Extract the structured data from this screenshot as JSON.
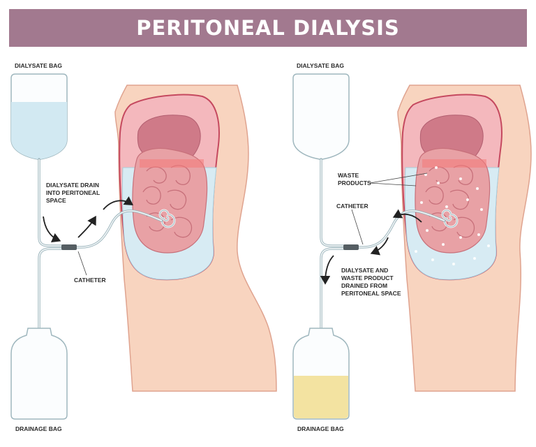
{
  "title": "PERITONEAL DIALYSIS",
  "left_panel": {
    "top_bag_label": "DIALYSATE BAG",
    "flow_label": "DIALYSATE DRAIN\nINTO PERITONEAL\nSPACE",
    "catheter_label": "CATHETER",
    "bottom_bag_label": "DRAINAGE BAG"
  },
  "right_panel": {
    "top_bag_label": "DIALYSATE BAG",
    "waste_label": "WASTE\nPRODUCTS",
    "catheter_label": "CATHETER",
    "drain_label": "DIALYSATE AND\nWASTE PRODUCT\nDRAINED FROM\nPERITONEAL SPACE",
    "bottom_bag_label": "DRAINAGE BAG"
  },
  "colors": {
    "banner": "#a2798f",
    "skin": "#f8d4bf",
    "skin_outline": "#dfa38f",
    "abdominal_cavity": "#f4b8bd",
    "cavity_outline": "#c5495f",
    "dialysate_fluid": "#d7ebf3",
    "intestines": "#e8a1a5",
    "liver": "#cf7a88",
    "drainage_fluid": "#f3e3a1",
    "tube": "#9fb7be"
  }
}
